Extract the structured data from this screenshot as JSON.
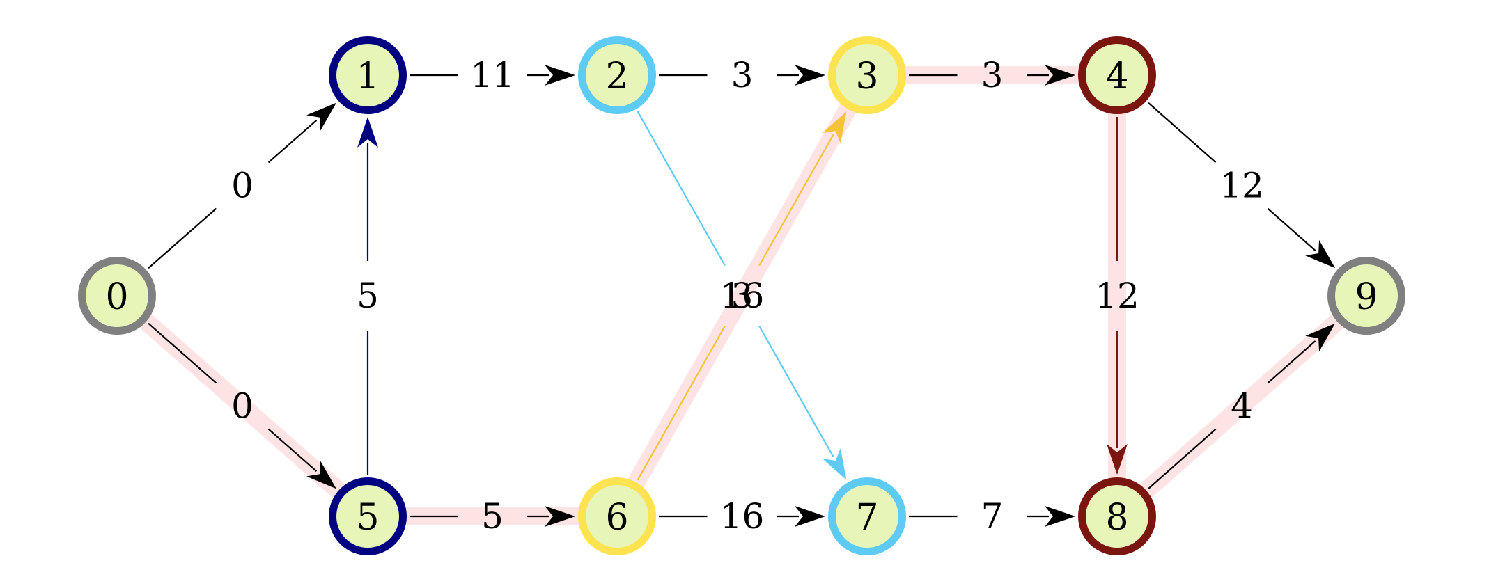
{
  "nodes": [
    {
      "id": "0",
      "label": "0",
      "ring": "#808080"
    },
    {
      "id": "1",
      "label": "1",
      "ring": "#000080"
    },
    {
      "id": "2",
      "label": "2",
      "ring": "#5ecbf5"
    },
    {
      "id": "3",
      "label": "3",
      "ring": "#fce34f"
    },
    {
      "id": "4",
      "label": "4",
      "ring": "#7b1510"
    },
    {
      "id": "5",
      "label": "5",
      "ring": "#000080"
    },
    {
      "id": "6",
      "label": "6",
      "ring": "#fce34f"
    },
    {
      "id": "7",
      "label": "7",
      "ring": "#5ecbf5"
    },
    {
      "id": "8",
      "label": "8",
      "ring": "#7b1510"
    },
    {
      "id": "9",
      "label": "9",
      "ring": "#808080"
    }
  ],
  "edges": [
    {
      "from": "0",
      "to": "1",
      "weight": "0",
      "color": "#000000",
      "highlight": false
    },
    {
      "from": "0",
      "to": "5",
      "weight": "0",
      "color": "#000000",
      "highlight": true
    },
    {
      "from": "1",
      "to": "2",
      "weight": "11",
      "color": "#000000",
      "highlight": false
    },
    {
      "from": "5",
      "to": "1",
      "weight": "5",
      "color": "#000080",
      "highlight": false
    },
    {
      "from": "5",
      "to": "6",
      "weight": "5",
      "color": "#000000",
      "highlight": true
    },
    {
      "from": "2",
      "to": "3",
      "weight": "3",
      "color": "#000000",
      "highlight": false
    },
    {
      "from": "2",
      "to": "7",
      "weight": "3",
      "color": "#5ecbf5",
      "highlight": false
    },
    {
      "from": "6",
      "to": "3",
      "weight": "16",
      "color": "#f5c33a",
      "highlight": true
    },
    {
      "from": "6",
      "to": "7",
      "weight": "16",
      "color": "#000000",
      "highlight": false
    },
    {
      "from": "3",
      "to": "4",
      "weight": "3",
      "color": "#000000",
      "highlight": true
    },
    {
      "from": "4",
      "to": "9",
      "weight": "12",
      "color": "#000000",
      "highlight": false
    },
    {
      "from": "4",
      "to": "8",
      "weight": "12",
      "color": "#7b1510",
      "highlight": true
    },
    {
      "from": "7",
      "to": "8",
      "weight": "7",
      "color": "#000000",
      "highlight": false
    },
    {
      "from": "8",
      "to": "9",
      "weight": "4",
      "color": "#000000",
      "highlight": true
    }
  ],
  "colors": {
    "node_fill": "#e8f5b8",
    "highlight": "#fde3e3",
    "background": "#ffffff"
  }
}
